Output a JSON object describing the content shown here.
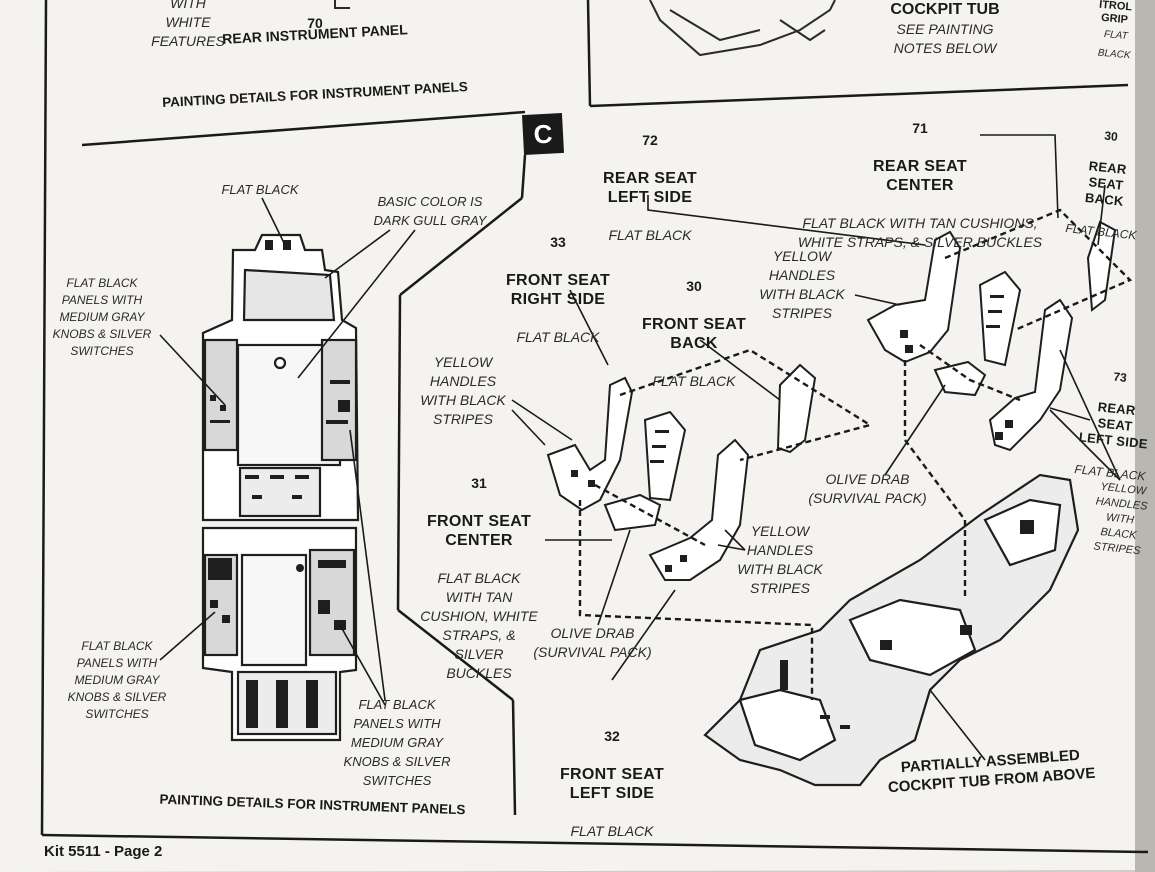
{
  "step_letter": "C",
  "footer": "Kit 5511 - Page 2",
  "top_left": {
    "with_white_features": "WITH WHITE\nFEATURES",
    "part_70_number": "70",
    "part_70_name": "REAR INSTRUMENT PANEL",
    "panels_heading": "PAINTING DETAILS FOR INSTRUMENT PANELS"
  },
  "top_right": {
    "cockpit_tub": "COCKPIT TUB",
    "cockpit_tub_note": "SEE PAINTING\nNOTES BELOW",
    "grip_fragment": "ITROL\nGRIP",
    "grip_color": "FLAT BLACK"
  },
  "instrument_panels": {
    "flat_black": "FLAT BLACK",
    "basic_color": "BASIC COLOR IS\nDARK GULL GRAY",
    "panels_upper_left": "FLAT BLACK\nPANELS WITH\nMEDIUM GRAY\nKNOBS & SILVER\nSWITCHES",
    "panels_lower_left": "FLAT BLACK\nPANELS WITH\nMEDIUM GRAY\nKNOBS & SILVER\nSWITCHES",
    "panels_lower_right": "FLAT BLACK\nPANELS WITH\nMEDIUM GRAY\nKNOBS & SILVER\nSWITCHES",
    "bottom_heading": "PAINTING DETAILS FOR INSTRUMENT PANELS"
  },
  "parts": {
    "p72": {
      "number": "72",
      "name": "REAR SEAT\nLEFT SIDE",
      "color": "FLAT BLACK"
    },
    "p71": {
      "number": "71",
      "name": "REAR SEAT\nCENTER",
      "color": "FLAT BLACK WITH TAN CUSHIONS,\nWHITE STRAPS, & SILVER BUCKLES"
    },
    "p30_rear": {
      "number": "30",
      "name": "REAR SEAT\nBACK",
      "color": "FLAT BLACK"
    },
    "p33": {
      "number": "33",
      "name": "FRONT SEAT\nRIGHT SIDE",
      "color": "FLAT BLACK"
    },
    "p30_front": {
      "number": "30",
      "name": "FRONT SEAT\nBACK",
      "color": "FLAT BLACK"
    },
    "p31": {
      "number": "31",
      "name": "FRONT SEAT\nCENTER",
      "color": "FLAT BLACK\nWITH TAN\nCUSHION, WHITE\nSTRAPS, &\nSILVER BUCKLES"
    },
    "p73": {
      "number": "73",
      "name": "REAR SEAT\nLEFT SIDE",
      "color": "FLAT BLACK"
    },
    "p32": {
      "number": "32",
      "name": "FRONT SEAT\nLEFT SIDE",
      "color": "FLAT BLACK"
    }
  },
  "notes": {
    "yellow_handles_front_left": "YELLOW\nHANDLES\nWITH BLACK\nSTRIPES",
    "yellow_handles_front_right": "YELLOW\nHANDLES\nWITH BLACK\nSTRIPES",
    "yellow_handles_rear": "YELLOW\nHANDLES\nWITH BLACK\nSTRIPES",
    "yellow_handles_far_right": "YELLOW\nHANDLES WITH\nBLACK STRIPES",
    "olive_drab_front": "OLIVE DRAB\n(SURVIVAL PACK)",
    "olive_drab_rear": "OLIVE DRAB\n(SURVIVAL PACK)",
    "partially_assembled": "PARTIALLY ASSEMBLED\nCOCKPIT TUB FROM ABOVE"
  }
}
